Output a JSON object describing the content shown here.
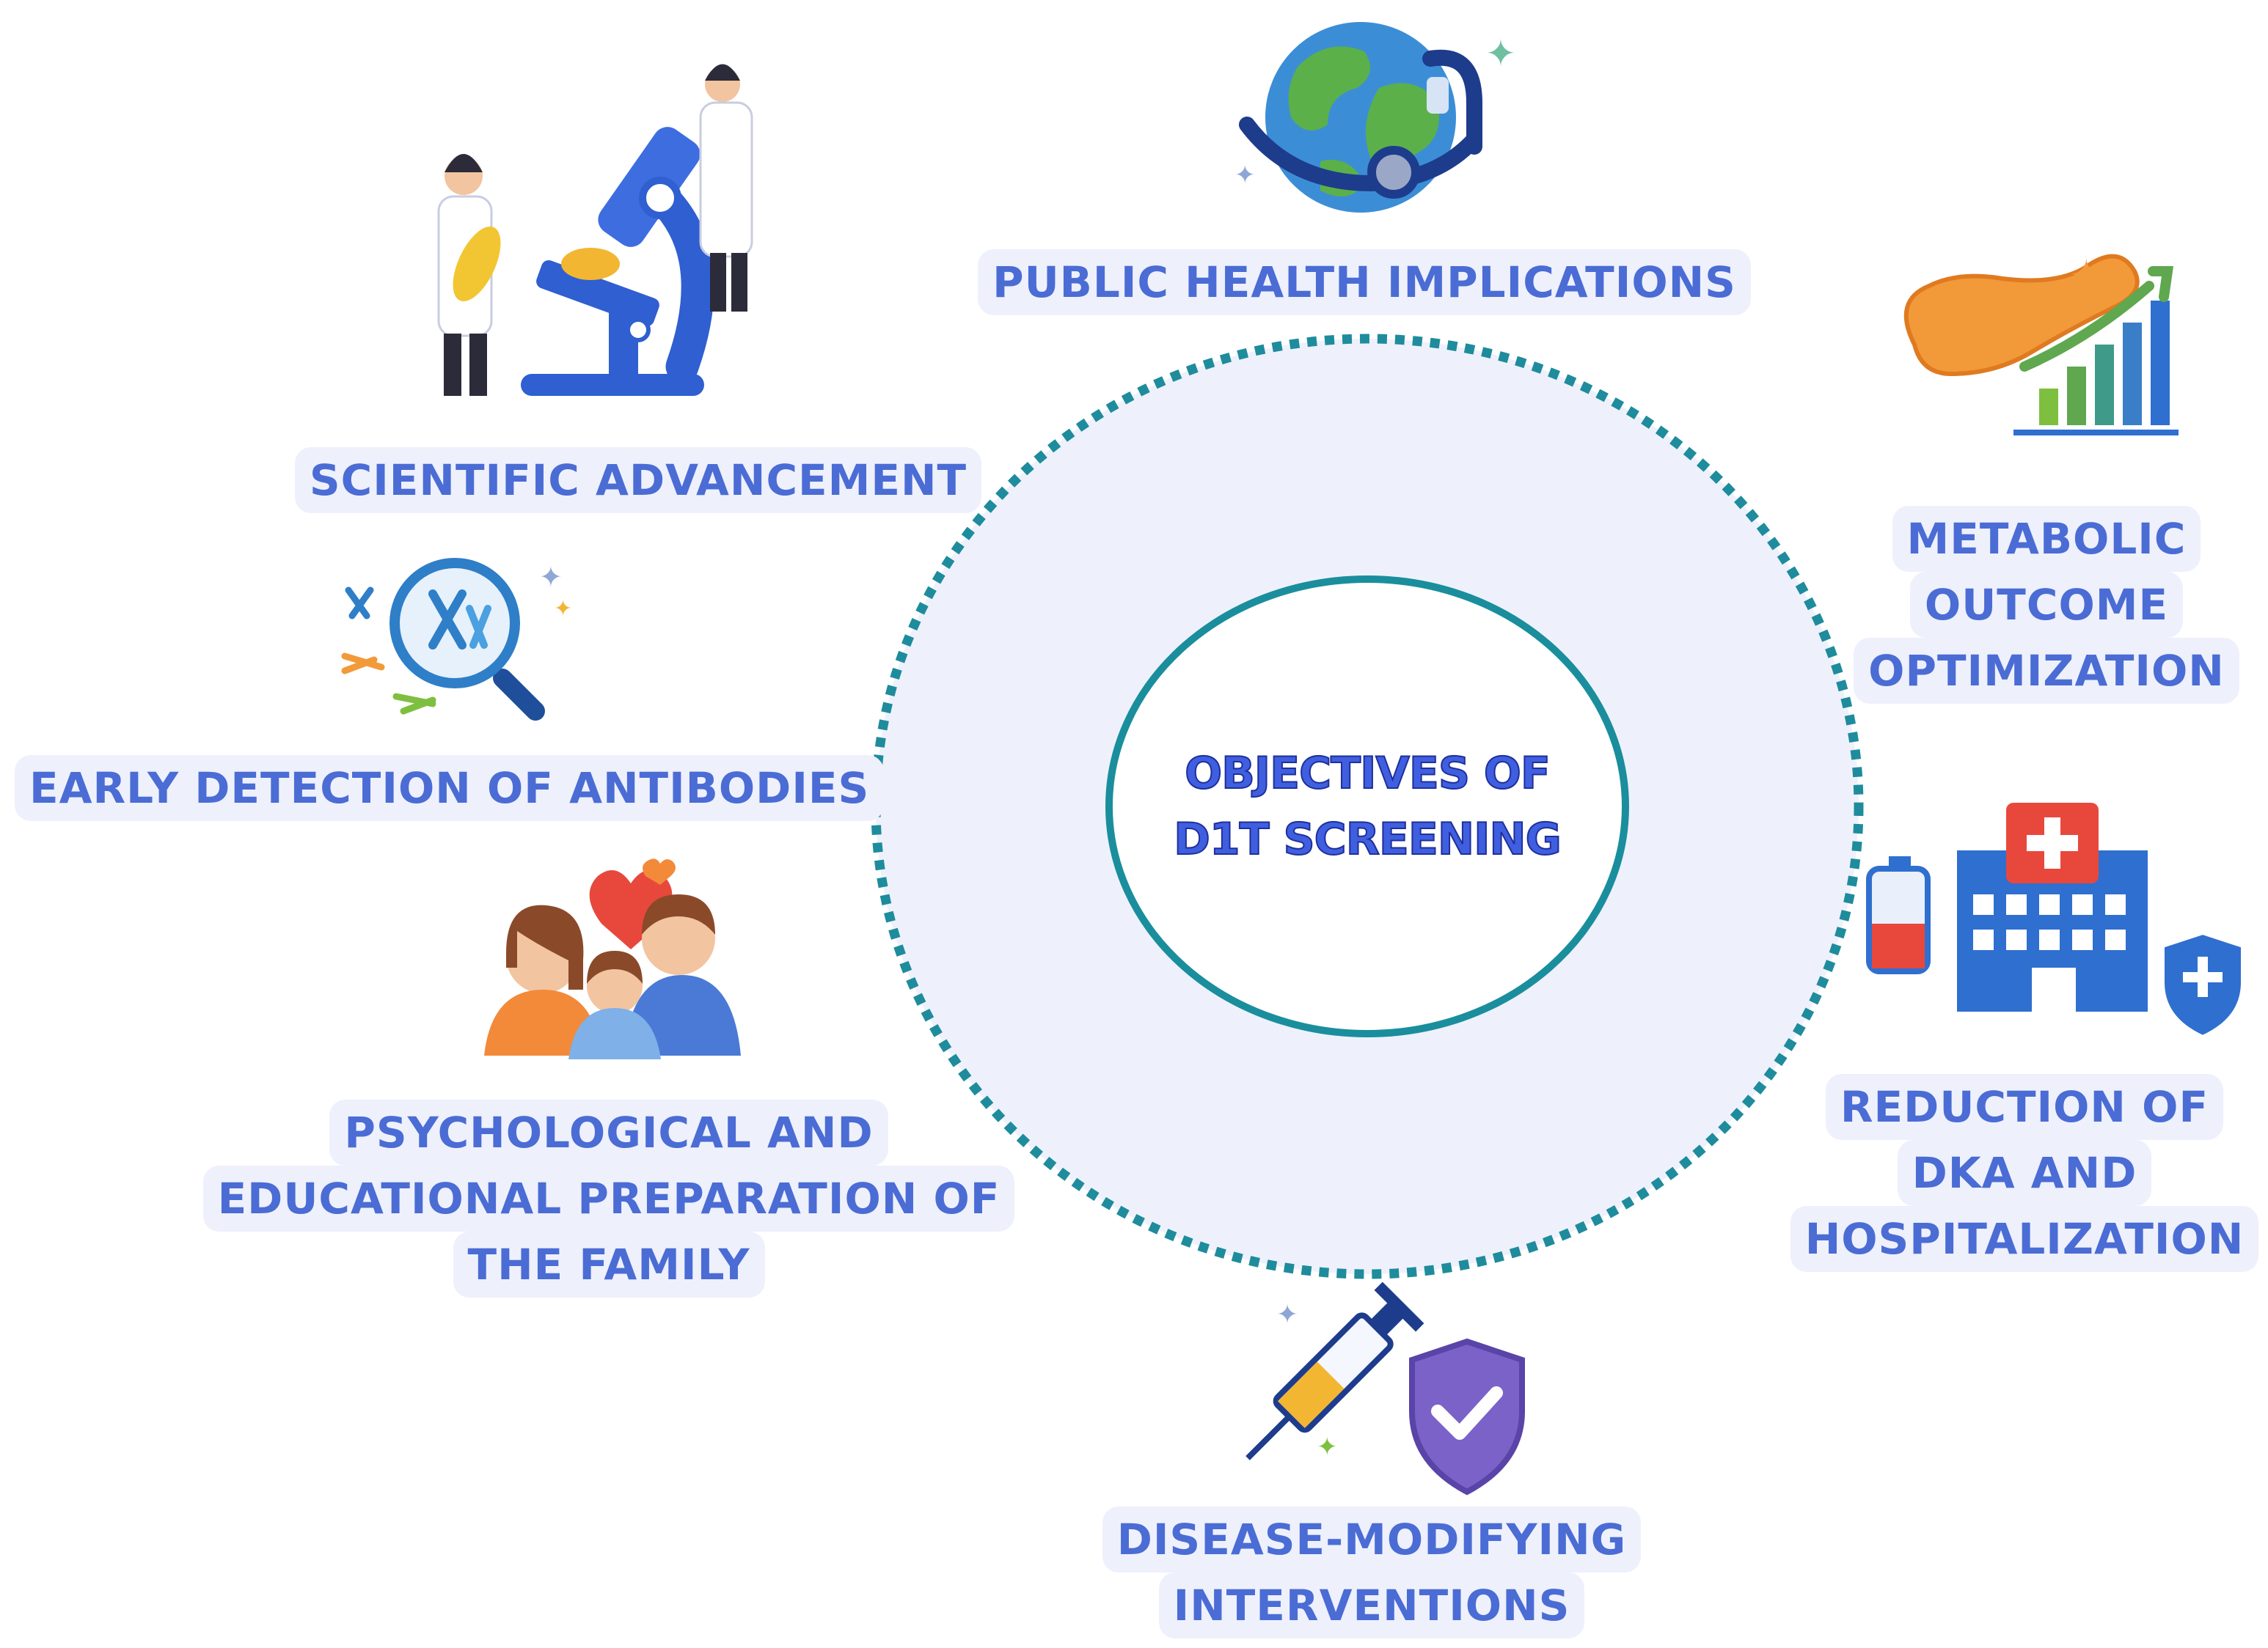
{
  "center": {
    "line1": "OBJECTIVES OF",
    "line2": "D1T  SCREENING"
  },
  "objectives": {
    "public_health": {
      "lines": [
        "PUBLIC HEALTH IMPLICATIONS"
      ],
      "icon": "globe-stethoscope-icon"
    },
    "scientific": {
      "lines": [
        "SCIENTIFIC ADVANCEMENT"
      ],
      "icon": "microscope-scientists-icon"
    },
    "antibodies": {
      "lines": [
        "EARLY DETECTION OF ANTIBODIES"
      ],
      "icon": "magnifier-chromosome-icon"
    },
    "psychological": {
      "lines": [
        "PSYCHOLOGICAL AND",
        "EDUCATIONAL PREPARATION OF",
        "THE FAMILY"
      ],
      "icon": "family-heart-icon"
    },
    "disease_modifying": {
      "lines": [
        "DISEASE-MODIFYING",
        "INTERVENTIONS"
      ],
      "icon": "syringe-shield-icon"
    },
    "dka": {
      "lines": [
        "REDUCTION OF",
        "DKA AND",
        "HOSPITALIZATION"
      ],
      "icon": "hospital-blood-bag-icon"
    },
    "metabolic": {
      "lines": [
        "METABOLIC",
        "OUTCOME",
        "OPTIMIZATION"
      ],
      "icon": "pancreas-growth-chart-icon"
    }
  },
  "colors": {
    "label_text": "#4a6cd4",
    "label_background": "#eef0fc",
    "ring_dots": "#1e8c9c",
    "inner_ring": "#1a8e9d",
    "ring_fill": "#eef1fb",
    "center_text": "#3f5fe0"
  }
}
